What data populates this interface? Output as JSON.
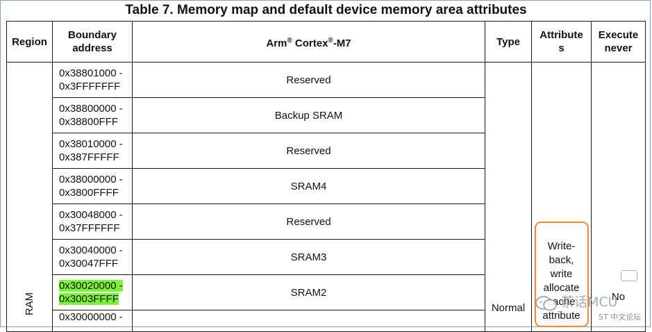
{
  "title": "Table 7. Memory map and default device memory area attributes",
  "headers": {
    "region": "Region",
    "boundary_line1": "Boundary",
    "boundary_line2": "address",
    "core_prefix": "Arm",
    "core_mid": " Cortex",
    "core_suffix": "-M7",
    "registered": "®",
    "type": "Type",
    "attributes_line1": "Attribute",
    "attributes_line2": "s",
    "xn_line1": "Execute",
    "xn_line2": "never"
  },
  "rows": [
    {
      "addr_start": "0x38801000 -",
      "addr_end": "0x3FFFFFFF",
      "name": "Reserved"
    },
    {
      "addr_start": "0x38800000 -",
      "addr_end": "0x38800FFF",
      "name": "Backup SRAM"
    },
    {
      "addr_start": "0x38010000 -",
      "addr_end": "0x387FFFFF",
      "name": "Reserved"
    },
    {
      "addr_start": "0x38000000 -",
      "addr_end": "0x3800FFFF",
      "name": "SRAM4"
    },
    {
      "addr_start": "0x30048000 -",
      "addr_end": "0x37FFFFFF",
      "name": "Reserved"
    },
    {
      "addr_start": "0x30040000 -",
      "addr_end": "0x30047FFF",
      "name": "SRAM3"
    },
    {
      "addr_start": "0x30020000 -",
      "addr_end": "0x3003FFFF",
      "name": "SRAM2"
    },
    {
      "addr_start": "0x30000000 -",
      "addr_end": "",
      "name": ""
    }
  ],
  "region_value": "RAM",
  "type_value": "Normal",
  "attributes_lines": [
    "Write-",
    "back,",
    "write",
    "allocate",
    "cache",
    "attribute"
  ],
  "xn_value": "No",
  "highlight_color": "#7cf23a",
  "callout_color": "#f08a2c",
  "watermark": {
    "name": "茶话MCU",
    "sub": "ST 中文论坛"
  }
}
